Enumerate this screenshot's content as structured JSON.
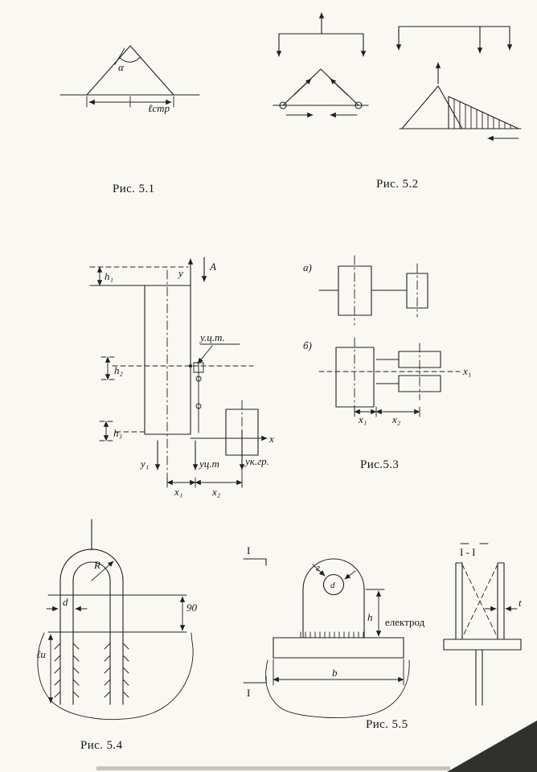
{
  "page": {
    "background": "#faf8f3",
    "ink": "#1f1f1f"
  },
  "fig51": {
    "caption": "Рис. 5.1",
    "labels": {
      "alpha": "α",
      "base_width": "ℓстр"
    }
  },
  "fig52": {
    "caption": "Рис. 5.2"
  },
  "fig53": {
    "caption": "Рис.5.3",
    "labels": {
      "h1": "h₁",
      "h2": "h₂",
      "h3": "h₃",
      "y_axis": "у",
      "force": "А",
      "centroid": "у.ц.т.",
      "x_axis": "x",
      "y1": "у₁",
      "y_ct": "уц.т",
      "y_kgr": "ук.гр.",
      "x1": "x₁",
      "x2": "x₂",
      "sub_a": "а)",
      "sub_b": "б)",
      "x1_axis": "x₁",
      "x1_b": "x₁",
      "x2_b": "x₂"
    }
  },
  "fig54": {
    "caption": "Рис. 5.4",
    "labels": {
      "radius": "R",
      "diameter": "d",
      "length": "ℓи",
      "height": "90"
    }
  },
  "fig55": {
    "caption": "Рис. 5.5",
    "labels": {
      "cut_top": "I",
      "cut_bottom": "I",
      "radius": "г",
      "hole": "d",
      "height": "h",
      "electrode": "електрод",
      "width": "b",
      "section": "I - I",
      "thickness": "t"
    }
  }
}
